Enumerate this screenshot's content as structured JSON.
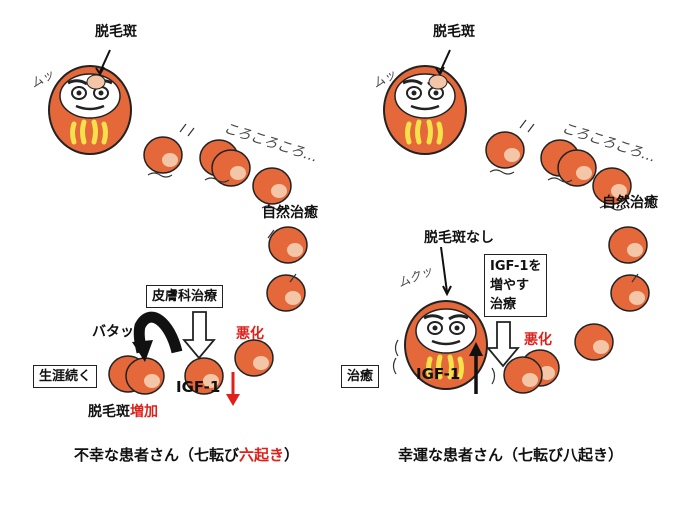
{
  "left": {
    "bald_spot_label": "脱毛斑",
    "mutt_sound": "ムッ",
    "roll_sound": "ころころころ…",
    "natural_heal": "自然治癒",
    "derm_treatment": "皮膚科治療",
    "batatt": "バタッ",
    "worsen": "悪化",
    "lifelong": "生涯続く",
    "igf1": "IGF-1",
    "bald_increase_a": "脱毛斑",
    "bald_increase_b": "増加",
    "caption_a": "不幸な患者さん（七転び",
    "caption_red": "六起き",
    "caption_b": "）"
  },
  "right": {
    "bald_spot_label": "脱毛斑",
    "mutt_sound": "ムッ",
    "roll_sound": "ころころころ…",
    "natural_heal": "自然治癒",
    "no_bald": "脱毛斑なし",
    "mukutt": "ムクッ",
    "igf_increase_1": "IGF-1を",
    "igf_increase_2": "増やす",
    "igf_increase_3": "治療",
    "worsen": "悪化",
    "cured": "治癒",
    "igf1": "IGF-1",
    "caption": "幸運な患者さん（七転び八起き）"
  },
  "colors": {
    "daruma": "#e4683a",
    "daruma_light": "#f3c6a8",
    "accent_red": "#e0201b",
    "belly_yellow": "#f5e14a"
  }
}
